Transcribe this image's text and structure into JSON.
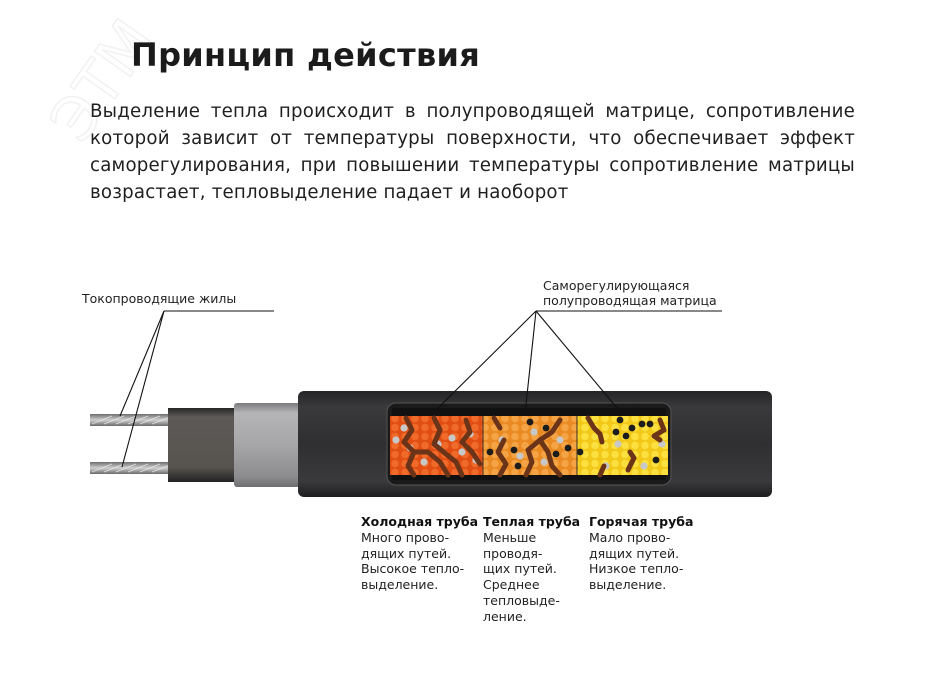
{
  "page": {
    "title": "Принцип действия",
    "description": "Выделение тепла происходит в полупроводящей матрице, сопротивление которой зависит от температуры поверхности, что обеспечивает эффект саморегулирования, при повышении температуры сопротивление матрицы возрастает, тепловыделение падает и наоборот",
    "watermark_text": "ЭТМ"
  },
  "diagram": {
    "labels": {
      "conductors": "Токопроводящие жилы",
      "matrix_line1": "Саморегулирующаяся",
      "matrix_line2": "полупроводящая матрица"
    },
    "colors": {
      "jacket": "#2e2e30",
      "inner_jacket": "#5a5654",
      "braid": "#a9a9ab",
      "wire": "#9a9a9a",
      "cold_matrix": "#e8561a",
      "warm_matrix": "#f0952e",
      "hot_matrix": "#f7d52a",
      "path": "#6b3418"
    },
    "sections": [
      {
        "key": "cold",
        "title": "Холодная труба",
        "lines": [
          "Много прово-",
          "дящих путей.",
          "Высокое тепло-",
          "выделение."
        ]
      },
      {
        "key": "warm",
        "title": "Теплая труба",
        "lines": [
          "Меньше",
          "проводя-",
          "щих путей.",
          "Среднее",
          "тепловыде-",
          "ление."
        ]
      },
      {
        "key": "hot",
        "title": "Горячая труба",
        "lines": [
          "Мало прово-",
          "дящих путей.",
          "Низкое тепло-",
          "выделение."
        ]
      }
    ]
  }
}
